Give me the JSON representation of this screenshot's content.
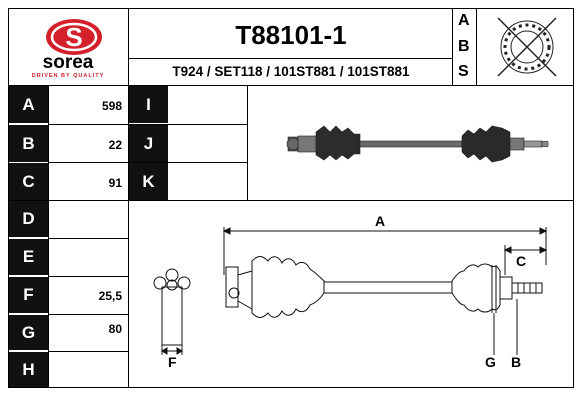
{
  "brand": {
    "name": "sorea",
    "tagline": "DRIVEN BY QUALITY",
    "logo_s": "S",
    "color_red": "#d3202a"
  },
  "header": {
    "part_number": "T88101-1",
    "references": "T924 / SET118 / 101ST881 / 101ST881",
    "abs_letters": [
      "A",
      "B",
      "S"
    ]
  },
  "specs": [
    {
      "label": "A",
      "value": "598"
    },
    {
      "label": "B",
      "value": "22"
    },
    {
      "label": "C",
      "value": "91"
    },
    {
      "label": "D",
      "value": ""
    },
    {
      "label": "E",
      "value": ""
    },
    {
      "label": "F",
      "value": "25,5"
    },
    {
      "label": "G",
      "value": "80"
    },
    {
      "label": "H",
      "value": ""
    }
  ],
  "extra_labels": [
    "I",
    "J",
    "K"
  ],
  "diagram_labels": {
    "a": "A",
    "b": "B",
    "c": "C",
    "f": "F",
    "g": "G"
  }
}
